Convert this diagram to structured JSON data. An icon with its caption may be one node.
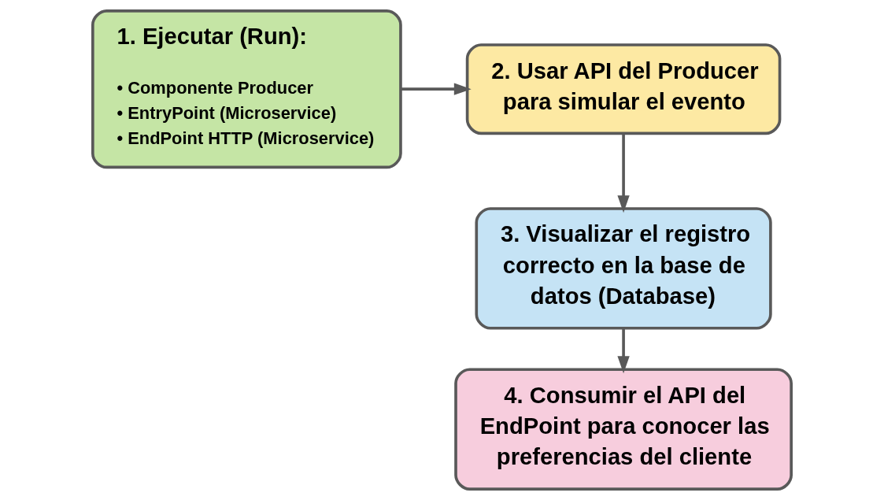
{
  "diagram": {
    "nodes": [
      {
        "text": [
          "1. Ejecutar (Run):",
          "• Componente Producer",
          "• EntryPoint (Microservice)",
          "• EndPoint HTTP (Microservice)"
        ]
      },
      {
        "text": [
          "2. Usar API del Producer para simular el evento"
        ]
      },
      {
        "text": [
          "3. Visualizar el registro correcto en la base de datos (Database)"
        ]
      },
      {
        "text": [
          "4. Consumir el API del EndPoint para conocer las preferencias del cliente"
        ]
      }
    ],
    "edges": [
      {
        "from": 0,
        "to": 1,
        "arrow": "to"
      },
      {
        "from": 1,
        "to": 2,
        "arrow": "to"
      },
      {
        "from": 2,
        "to": 3,
        "arrow": "to"
      }
    ]
  }
}
